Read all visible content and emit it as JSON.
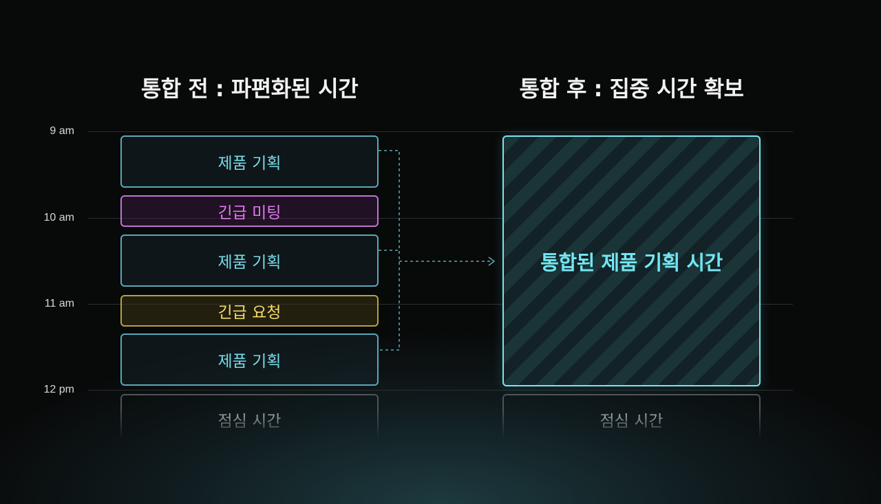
{
  "titles": {
    "before": "통합 전 : 파편화된 시간",
    "after": "통합 후 : 집중 시간 확보"
  },
  "time_axis": {
    "labels": [
      "9 am",
      "10 am",
      "11 am",
      "12 pm"
    ]
  },
  "before_blocks": [
    {
      "label": "제품 기획",
      "kind": "planning"
    },
    {
      "label": "긴급 미팅",
      "kind": "meeting"
    },
    {
      "label": "제품 기획",
      "kind": "planning"
    },
    {
      "label": "긴급 요청",
      "kind": "request"
    },
    {
      "label": "제품 기획",
      "kind": "planning"
    }
  ],
  "after_block": {
    "label": "통합된 제품 기획 시간"
  },
  "lunch": {
    "left_label": "점심 시간",
    "right_label": "점심 시간"
  },
  "colors": {
    "planning": "#78dcea",
    "meeting": "#e07af0",
    "request": "#f1dd6a",
    "merged": "#72e6f2",
    "connector": "#5aa9b8"
  }
}
